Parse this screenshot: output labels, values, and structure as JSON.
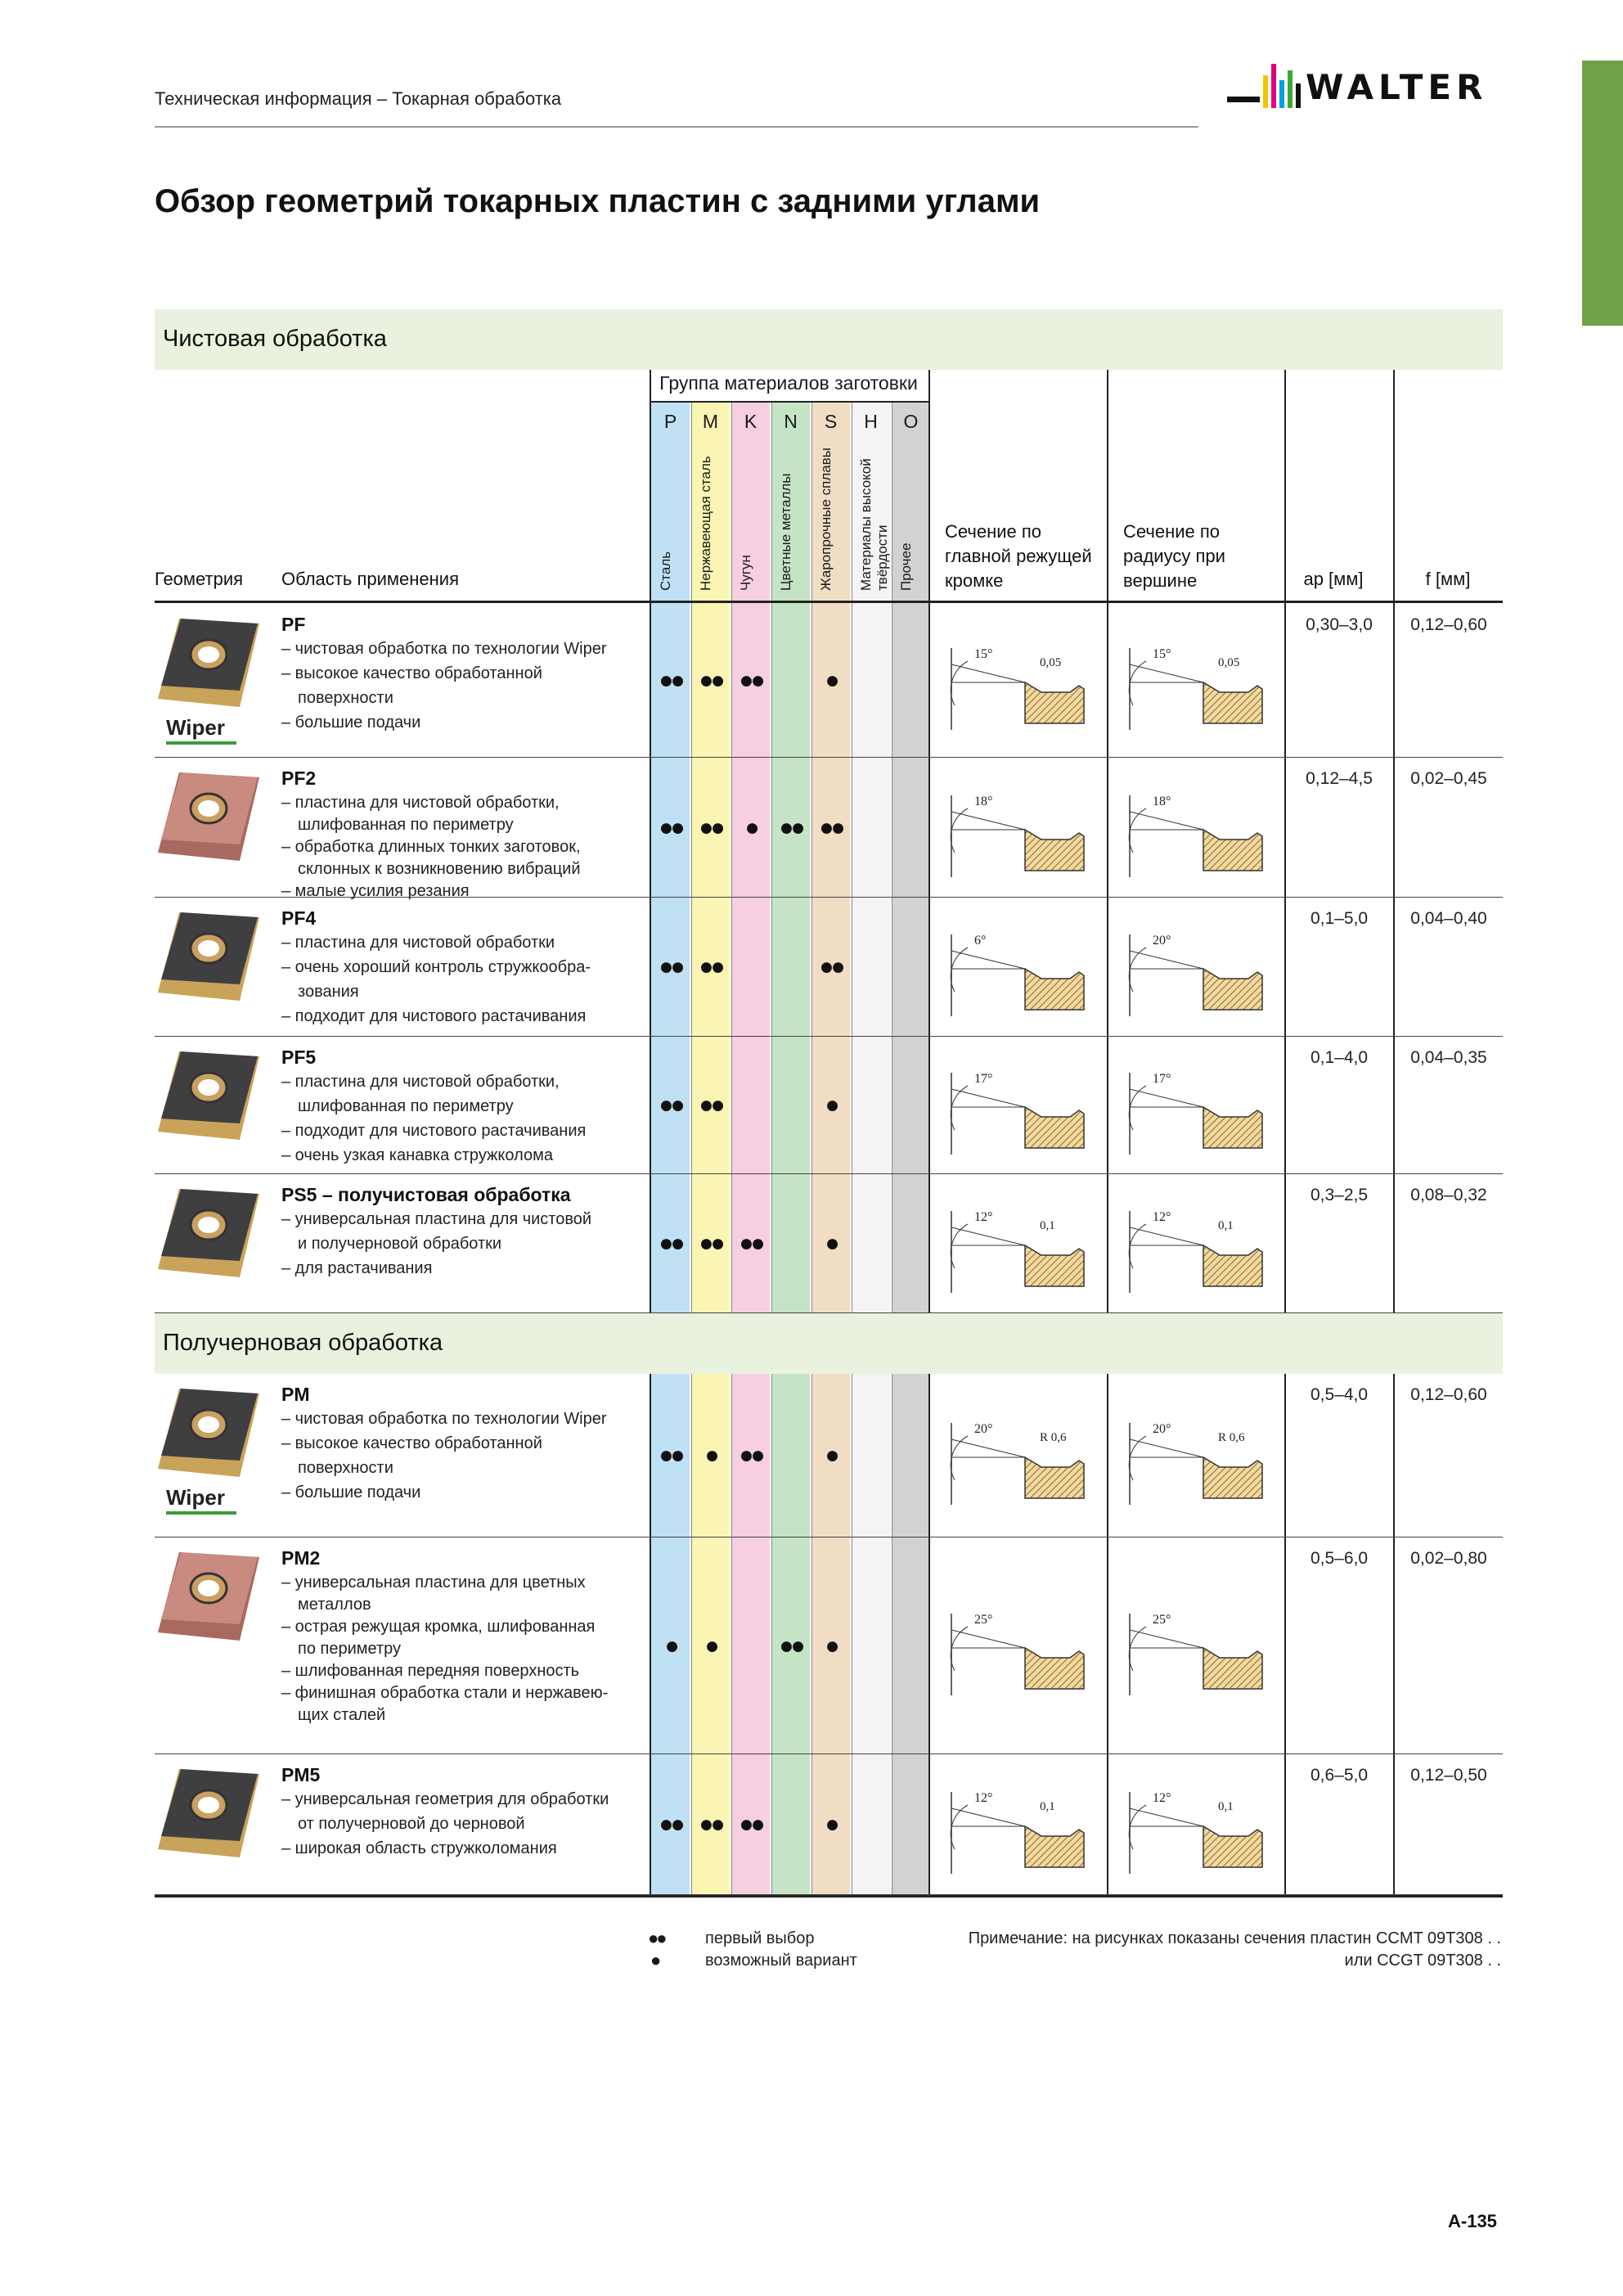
{
  "header": {
    "breadcrumb": "Техническая информация – Токарная обработка",
    "logo_text": "WALTER",
    "logo_colors": [
      "#f2c400",
      "#e2007a",
      "#00a0e3",
      "#3aaa35"
    ]
  },
  "title": "Обзор геометрий токарных пластин с задними углами",
  "table_header": {
    "material_group": "Группа материалов заготовки",
    "geometry": "Геометрия",
    "application": "Область применения",
    "section_main": "Сечение по главной режущей кромке",
    "section_radius": "Сечение по радиусу при вершине",
    "ap": "ap [мм]",
    "f": "f [мм]",
    "materials": [
      {
        "code": "P",
        "name": "Сталь",
        "color": "#bfe1f3"
      },
      {
        "code": "M",
        "name": "Нержавеющая сталь",
        "color": "#fbf5b4"
      },
      {
        "code": "K",
        "name": "Чугун",
        "color": "#f6cfe0"
      },
      {
        "code": "N",
        "name": "Цветные металлы",
        "color": "#c5e4c6"
      },
      {
        "code": "S",
        "name": "Жаропрочные сплавы",
        "color": "#f0ddc4"
      },
      {
        "code": "H",
        "name": "Материалы высокой твёрдости",
        "color": "#f4f4f4"
      },
      {
        "code": "O",
        "name": "Прочее",
        "color": "#d2d2d2"
      }
    ]
  },
  "sections": [
    {
      "title": "Чистовая обработка",
      "rows": [
        {
          "name": "PF",
          "lines": [
            "– чистовая обработка по технологии Wiper",
            "– высокое качество обработанной",
            "поверхности",
            "– большие подачи"
          ],
          "wiper": "Wiper",
          "marks": [
            "●●",
            "●●",
            "●●",
            "",
            "●",
            "",
            ""
          ],
          "ap": "0,30–3,0",
          "f": "0,12–0,60",
          "angle_main": "15°",
          "angle_radius": "15°",
          "dim_main": "0,05",
          "dim_radius": "0,05"
        },
        {
          "name": "PF2",
          "lines": [
            "– пластина для чистовой обработки,",
            "шлифованная по периметру",
            "– обработка длинных тонких заготовок,",
            "склонных к возникновению вибраций",
            "– малые усилия резания"
          ],
          "marks": [
            "●●",
            "●●",
            "●",
            "●●",
            "●●",
            "",
            ""
          ],
          "ap": "0,12–4,5",
          "f": "0,02–0,45",
          "angle_main": "18°",
          "angle_radius": "18°"
        },
        {
          "name": "PF4",
          "lines": [
            "– пластина для чистовой обработки",
            "– очень хороший контроль стружкообра-",
            "зования",
            "– подходит для чистового растачивания"
          ],
          "marks": [
            "●●",
            "●●",
            "",
            "",
            "●●",
            "",
            ""
          ],
          "ap": "0,1–5,0",
          "f": "0,04–0,40",
          "angle_main": "6°",
          "angle_radius": "20°"
        },
        {
          "name": "PF5",
          "lines": [
            "– пластина для чистовой обработки,",
            "шлифованная по периметру",
            "– подходит для чистового растачивания",
            "– очень узкая канавка стружколома"
          ],
          "marks": [
            "●●",
            "●●",
            "",
            "",
            "●",
            "",
            ""
          ],
          "ap": "0,1–4,0",
          "f": "0,04–0,35",
          "angle_main": "17°",
          "angle_radius": "17°"
        },
        {
          "name": "PS5 – получистовая обработка",
          "lines": [
            "– универсальная пластина для чистовой",
            "и получерновой обработки",
            "– для растачивания"
          ],
          "marks": [
            "●●",
            "●●",
            "●●",
            "",
            "●",
            "",
            ""
          ],
          "ap": "0,3–2,5",
          "f": "0,08–0,32",
          "angle_main": "12°",
          "angle_radius": "12°",
          "dim_main": "0,1",
          "dim_radius": "0,1"
        }
      ]
    },
    {
      "title": "Получерновая обработка",
      "rows": [
        {
          "name": "PM",
          "lines": [
            "– чистовая обработка по технологии Wiper",
            "– высокое качество обработанной",
            "поверхности",
            "– большие подачи"
          ],
          "wiper": "Wiper",
          "marks": [
            "●●",
            "●",
            "●●",
            "",
            "●",
            "",
            ""
          ],
          "ap": "0,5–4,0",
          "f": "0,12–0,60",
          "angle_main": "20°",
          "angle_radius": "20°",
          "dim_main": "R 0,6",
          "dim_radius": "R 0,6"
        },
        {
          "name": "PM2",
          "lines": [
            "– универсальная пластина для цветных",
            "металлов",
            "– острая режущая кромка, шлифованная",
            "по периметру",
            "– шлифованная передняя поверхность",
            "– финишная обработка стали и нержавею-",
            "щих сталей"
          ],
          "marks": [
            "●",
            "●",
            "",
            "●●",
            "●",
            "",
            ""
          ],
          "ap": "0,5–6,0",
          "f": "0,02–0,80",
          "angle_main": "25°",
          "angle_radius": "25°"
        },
        {
          "name": "PM5",
          "lines": [
            "– универсальная геометрия для обработки",
            "от получерновой до черновой",
            "– широкая область стружколомания"
          ],
          "marks": [
            "●●",
            "●●",
            "●●",
            "",
            "●",
            "",
            ""
          ],
          "ap": "0,6–5,0",
          "f": "0,12–0,50",
          "angle_main": "12°",
          "angle_radius": "12°",
          "dim_main": "0,1",
          "dim_radius": "0,1"
        }
      ]
    }
  ],
  "legend": [
    {
      "symbol": "●●",
      "text": "первый выбор"
    },
    {
      "symbol": "●",
      "text": "возможный вариант"
    }
  ],
  "note_line1": "Примечание: на рисунках показаны сечения пластин CCMT 09T308 . .",
  "note_line2": "или CCGT 09T308 . .",
  "page_number": "A-135"
}
